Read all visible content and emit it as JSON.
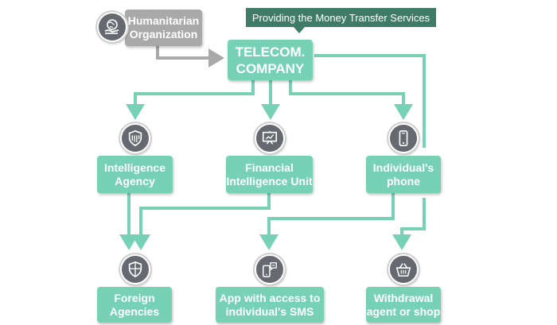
{
  "banner": {
    "text": "Providing the Money Transfer Services"
  },
  "nodes": {
    "humanitarian": {
      "label": "Humanitarian\nOrganization",
      "icon": "globe-hand-icon"
    },
    "telecom": {
      "label": "TELECOM.\nCOMPANY"
    },
    "intelligence": {
      "label": "Intelligence\nAgency",
      "icon": "shield-icon"
    },
    "fiu": {
      "label": "Financial\nIntelligence Unit",
      "icon": "presentation-board-icon"
    },
    "phone": {
      "label": "Individual's\nphone",
      "icon": "smartphone-icon"
    },
    "foreign": {
      "label": "Foreign\nAgencies",
      "icon": "shield-icon"
    },
    "app": {
      "label": "App with access to\nindividual's SMS",
      "icon": "phone-chat-icon"
    },
    "withdrawal": {
      "label": "Withdrawal\nagent or shop",
      "icon": "shopping-basket-icon"
    }
  },
  "colors": {
    "teal": "#76d1b5",
    "grey": "#a9a9a9",
    "banner": "#3e7c68",
    "icon_circle": "#666a70"
  }
}
